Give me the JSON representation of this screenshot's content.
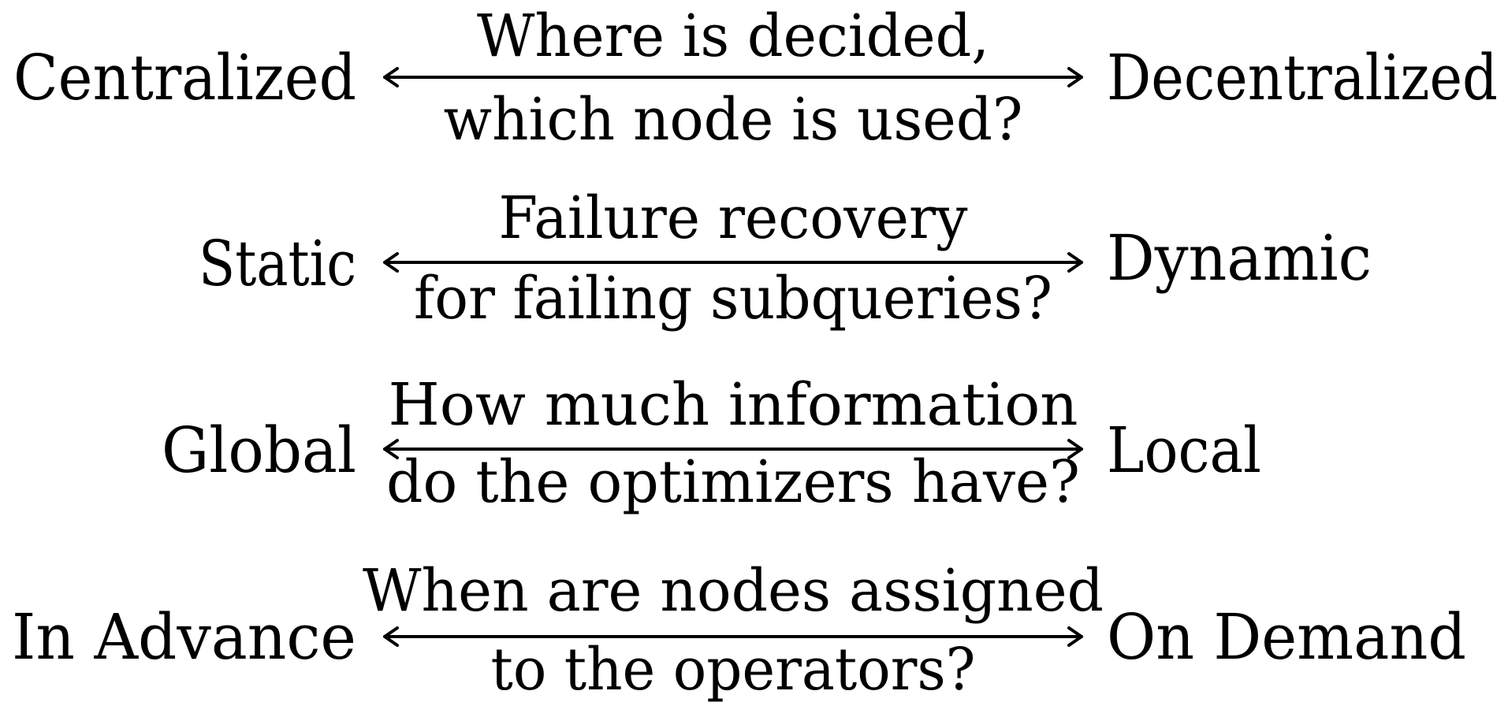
{
  "rows": [
    {
      "left": "Centralized",
      "right": "Decentralized",
      "question": [
        "Where is decided,",
        "which node is used?"
      ]
    },
    {
      "left": "Static",
      "right": "Dynamic",
      "question": [
        "Failure recovery",
        "for failing subqueries?"
      ]
    },
    {
      "left": "Global",
      "right": "Local",
      "question": [
        "How much information",
        "do the optimizers have?"
      ]
    },
    {
      "left": "In Advance",
      "right": "On Demand",
      "question": [
        "When are nodes assigned",
        "to the operators?"
      ]
    }
  ]
}
